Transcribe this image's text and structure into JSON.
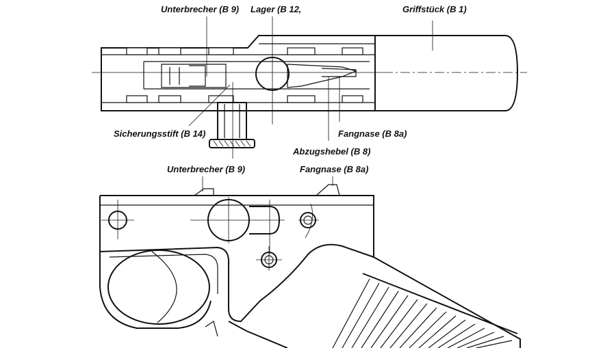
{
  "labels": {
    "unterbrecher_top": "Unterbrecher (B 9)",
    "lager": "Lager (B 12,",
    "griffstueck": "Griffstück (B 1)",
    "sicherungsstift": "Sicherungsstift (B 14)",
    "fangnase_top": "Fangnase (B 8a)",
    "abzugshebel": "Abzugshebel (B 8)",
    "unterbrecher_bottom": "Unterbrecher (B 9)",
    "fangnase_bottom": "Fangnase (B 8a)"
  },
  "colors": {
    "ink": "#111111",
    "paper": "#ffffff"
  }
}
